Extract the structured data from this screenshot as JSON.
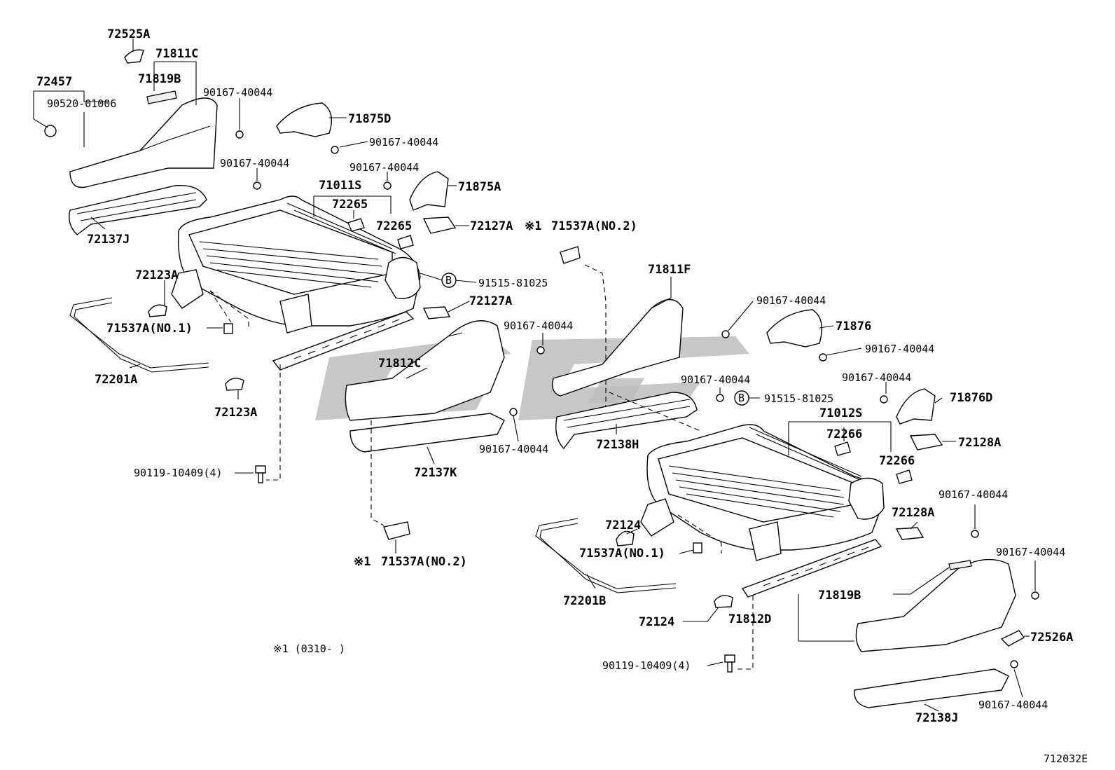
{
  "diagram_id": "712032E",
  "note": "※1 (0310-   )",
  "labels": {
    "l1": "72525A",
    "l2": "71811C",
    "l3": "72457",
    "l4": "71819B",
    "l5": "90167-40044",
    "l6": "90520-01006",
    "l7": "71875D",
    "l8": "90167-40044",
    "l9": "90167-40044",
    "l10": "90167-40044",
    "l11": "71875A",
    "l12": "71011S",
    "l13": "72265",
    "l14": "72265",
    "l15": "72137J",
    "l16": "72127A",
    "l17": "※1",
    "l18": "71537A(NO.2)",
    "l19": "72123A",
    "l20": "91515-81025",
    "l21": "72127A",
    "l22": "71537A(NO.1)",
    "l23": "90167-40044",
    "l24": "71812C",
    "l25": "72201A",
    "l26": "72123A",
    "l27": "90167-40044",
    "l28": "72137K",
    "l29": "90119-10409(4)",
    "l30": "※1",
    "l31": "71537A(NO.2)",
    "l32": "71811F",
    "l33": "90167-40044",
    "l34": "71876",
    "l35": "90167-40044",
    "l36": "90167-40044",
    "l37": "90167-40044",
    "l38": "91515-81025",
    "l39": "71876D",
    "l40": "71012S",
    "l41": "72266",
    "l42": "72138H",
    "l43": "72128A",
    "l44": "72266",
    "l45": "72124",
    "l46": "72128A",
    "l47": "90167-40044",
    "l48": "71537A(NO.1)",
    "l49": "90167-40044",
    "l50": "72201B",
    "l51": "71819B",
    "l52": "72124",
    "l53": "71812D",
    "l54": "72526A",
    "l55": "90119-10409(4)",
    "l56": "90167-40044",
    "l57": "72138J"
  },
  "markers": {
    "b1": "B",
    "b2": "B"
  }
}
